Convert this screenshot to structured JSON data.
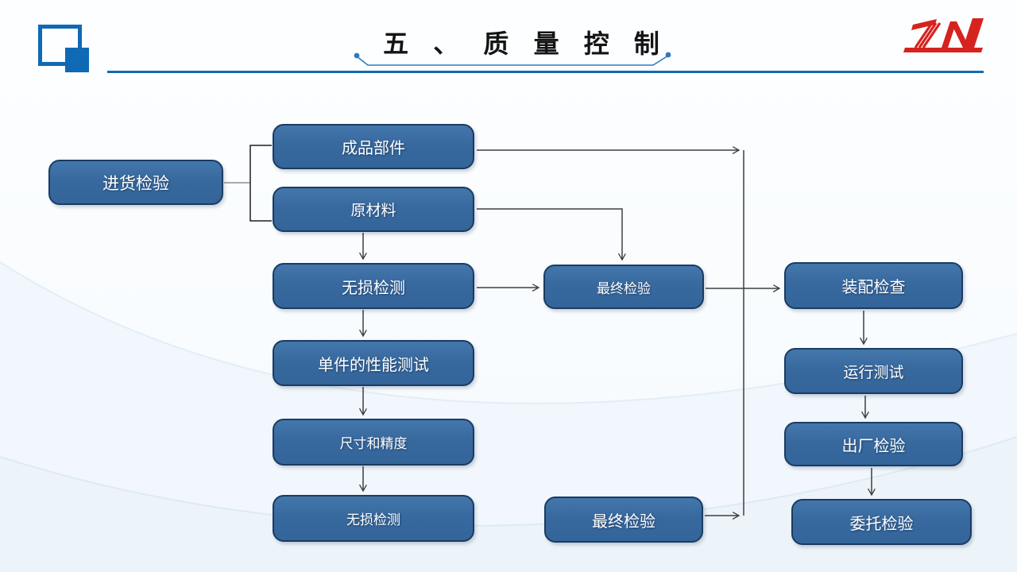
{
  "slide": {
    "title": "五 、 质 量 控 制",
    "logo_text": "ZN",
    "colors": {
      "header_rule": "#1568b0",
      "title_decoration": "#2e79bd",
      "corner_icon": "#0f69b4",
      "logo_red": "#d6231e",
      "node_fill": "#38699e",
      "node_border": "#1c3b61",
      "connector": "#3f3f3f",
      "connector_gray": "#8f8f8f"
    }
  },
  "flowchart": {
    "nodes": [
      {
        "label": "进货检验"
      },
      {
        "label": "成品部件"
      },
      {
        "label": "原材料"
      },
      {
        "label": "无损检测"
      },
      {
        "label": "单件的性能测试"
      },
      {
        "label": "尺寸和精度"
      },
      {
        "label": "无损检测"
      },
      {
        "label": "最终检验"
      },
      {
        "label": "最终检验"
      },
      {
        "label": "装配检查"
      },
      {
        "label": "运行测试"
      },
      {
        "label": "出厂检验"
      },
      {
        "label": "委托检验"
      }
    ]
  }
}
